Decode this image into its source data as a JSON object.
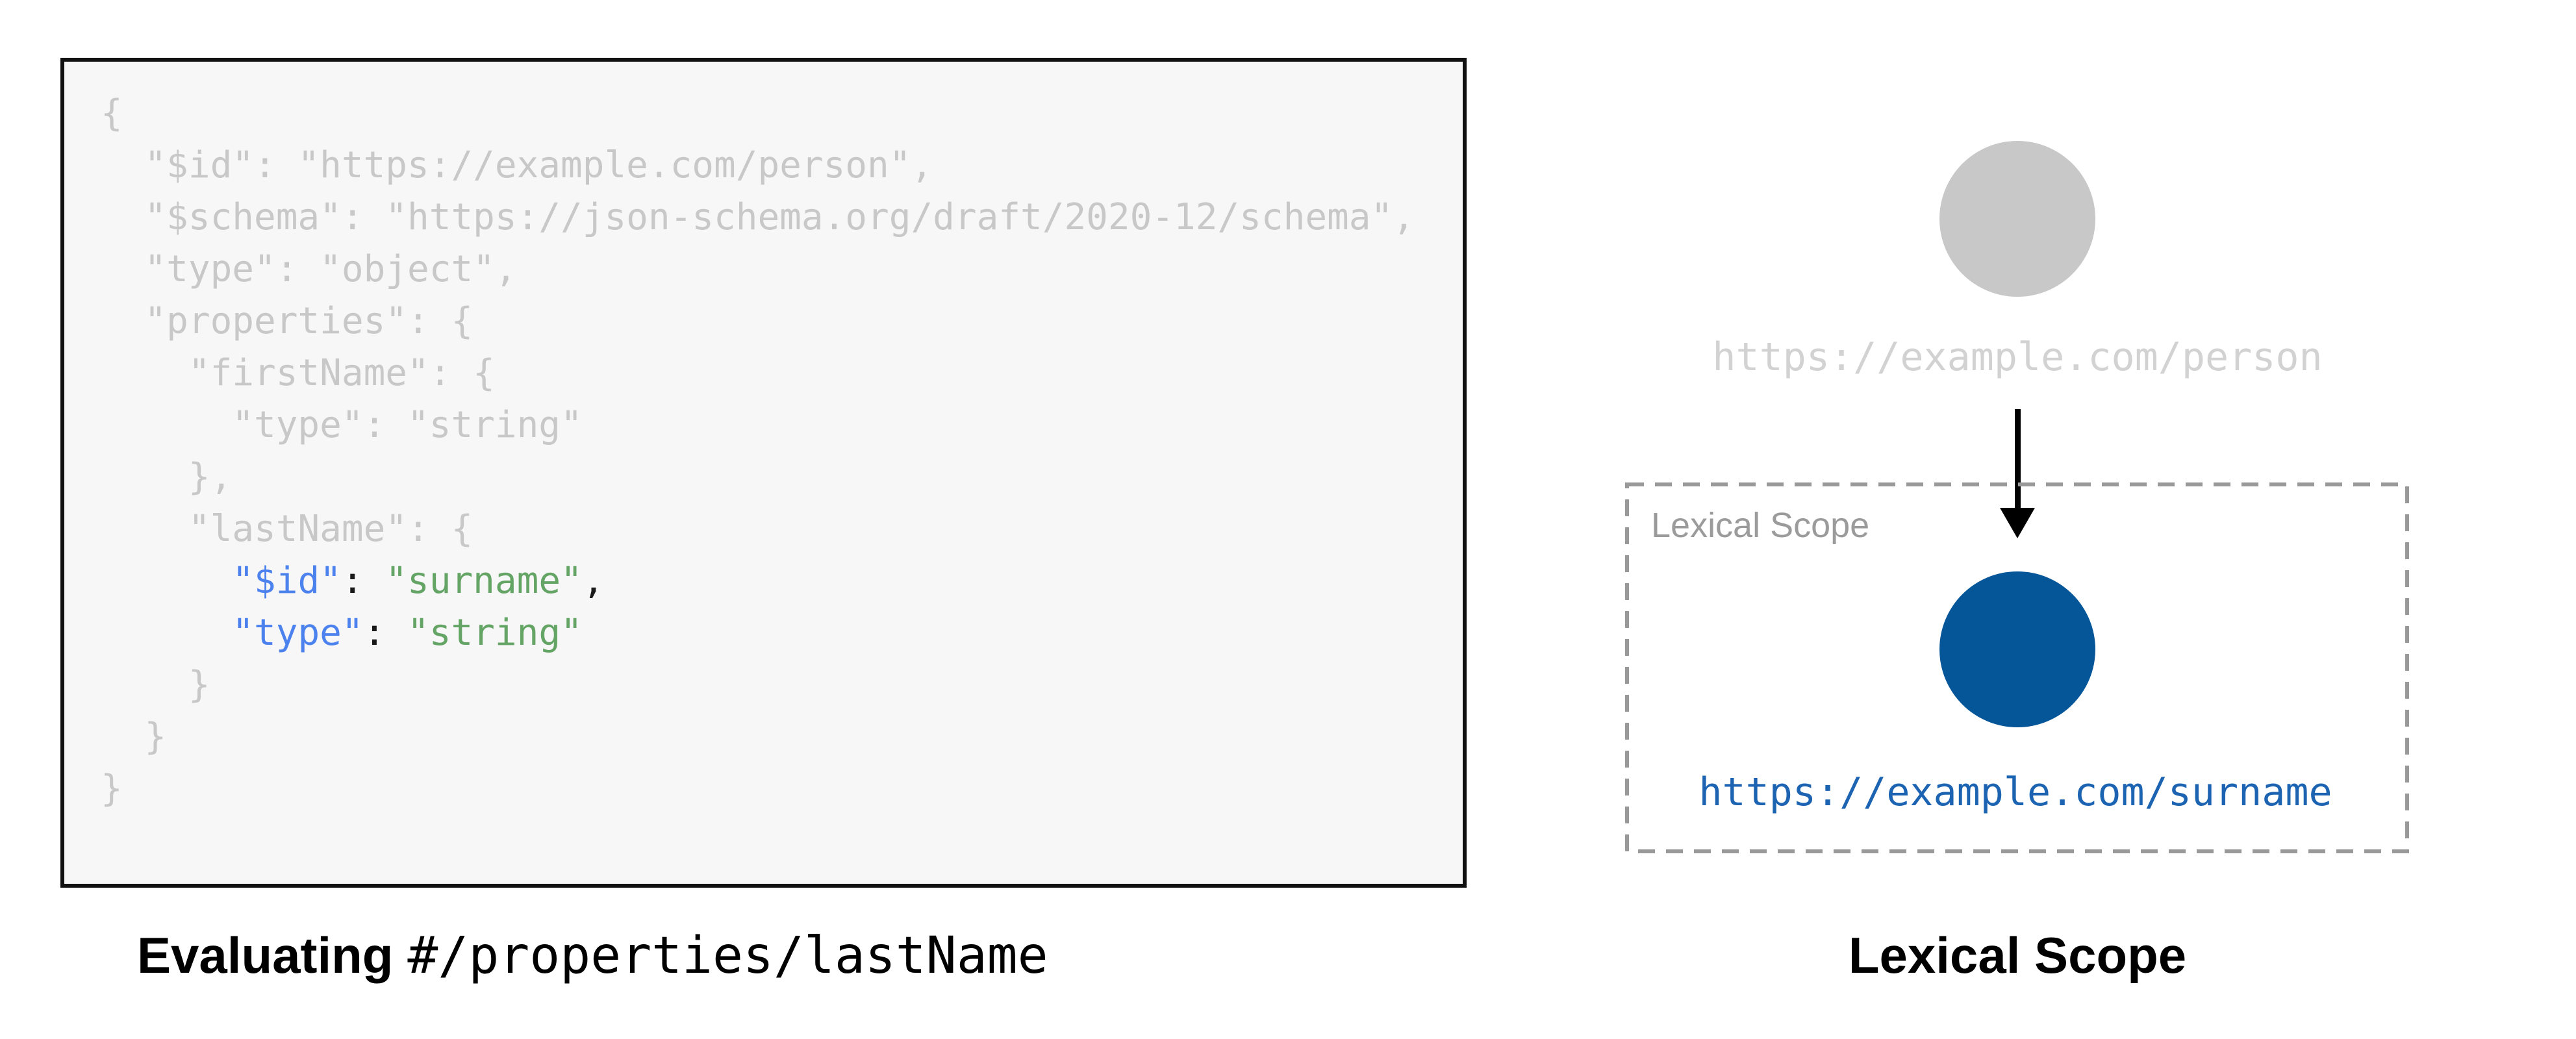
{
  "page": {
    "background": "#ffffff"
  },
  "colors": {
    "code_gray": "#c8c8c8",
    "code_blue": "#4c82ee",
    "code_green": "#64a465",
    "code_black": "#1a1a1a",
    "panel_background": "#f7f7f8",
    "panel_border": "#111111",
    "person_node_gray": "#c8c8c8",
    "person_url_gray": "#d2d2d2",
    "surname_node_blue": "#055699",
    "surname_url_blue": "#1c64b2",
    "scope_label_gray": "#9b9b9b",
    "dashed_border_gray": "#999999",
    "arrow_black": "#000000"
  },
  "code_panel": {
    "lines": [
      [
        {
          "t": "{",
          "c": "gray"
        }
      ],
      [
        {
          "t": "  \"$id\": \"https://example.com/person\",",
          "c": "gray"
        }
      ],
      [
        {
          "t": "  \"$schema\": \"https://json-schema.org/draft/2020-12/schema\",",
          "c": "gray"
        }
      ],
      [
        {
          "t": "  \"type\": \"object\",",
          "c": "gray"
        }
      ],
      [
        {
          "t": "  \"properties\": {",
          "c": "gray"
        }
      ],
      [
        {
          "t": "    \"firstName\": {",
          "c": "gray"
        }
      ],
      [
        {
          "t": "      \"type\": \"string\"",
          "c": "gray"
        }
      ],
      [
        {
          "t": "    },",
          "c": "gray"
        }
      ],
      [
        {
          "t": "    \"lastName\": {",
          "c": "gray"
        }
      ],
      [
        {
          "t": "      ",
          "c": "gray"
        },
        {
          "t": "\"$id\"",
          "c": "blue"
        },
        {
          "t": ": ",
          "c": "black"
        },
        {
          "t": "\"surname\"",
          "c": "green"
        },
        {
          "t": ",",
          "c": "black"
        }
      ],
      [
        {
          "t": "      ",
          "c": "gray"
        },
        {
          "t": "\"type\"",
          "c": "blue"
        },
        {
          "t": ": ",
          "c": "black"
        },
        {
          "t": "\"string\"",
          "c": "green"
        }
      ],
      [
        {
          "t": "    }",
          "c": "gray"
        }
      ],
      [
        {
          "t": "  }",
          "c": "gray"
        }
      ],
      [
        {
          "t": "}",
          "c": "gray"
        }
      ]
    ]
  },
  "caption_left": {
    "bold": "Evaluating",
    "path": "#/properties/lastName"
  },
  "diagram": {
    "person_url": "https://example.com/person",
    "scope_label": "Lexical Scope",
    "surname_url": "https://example.com/surname",
    "caption": "Lexical Scope"
  }
}
